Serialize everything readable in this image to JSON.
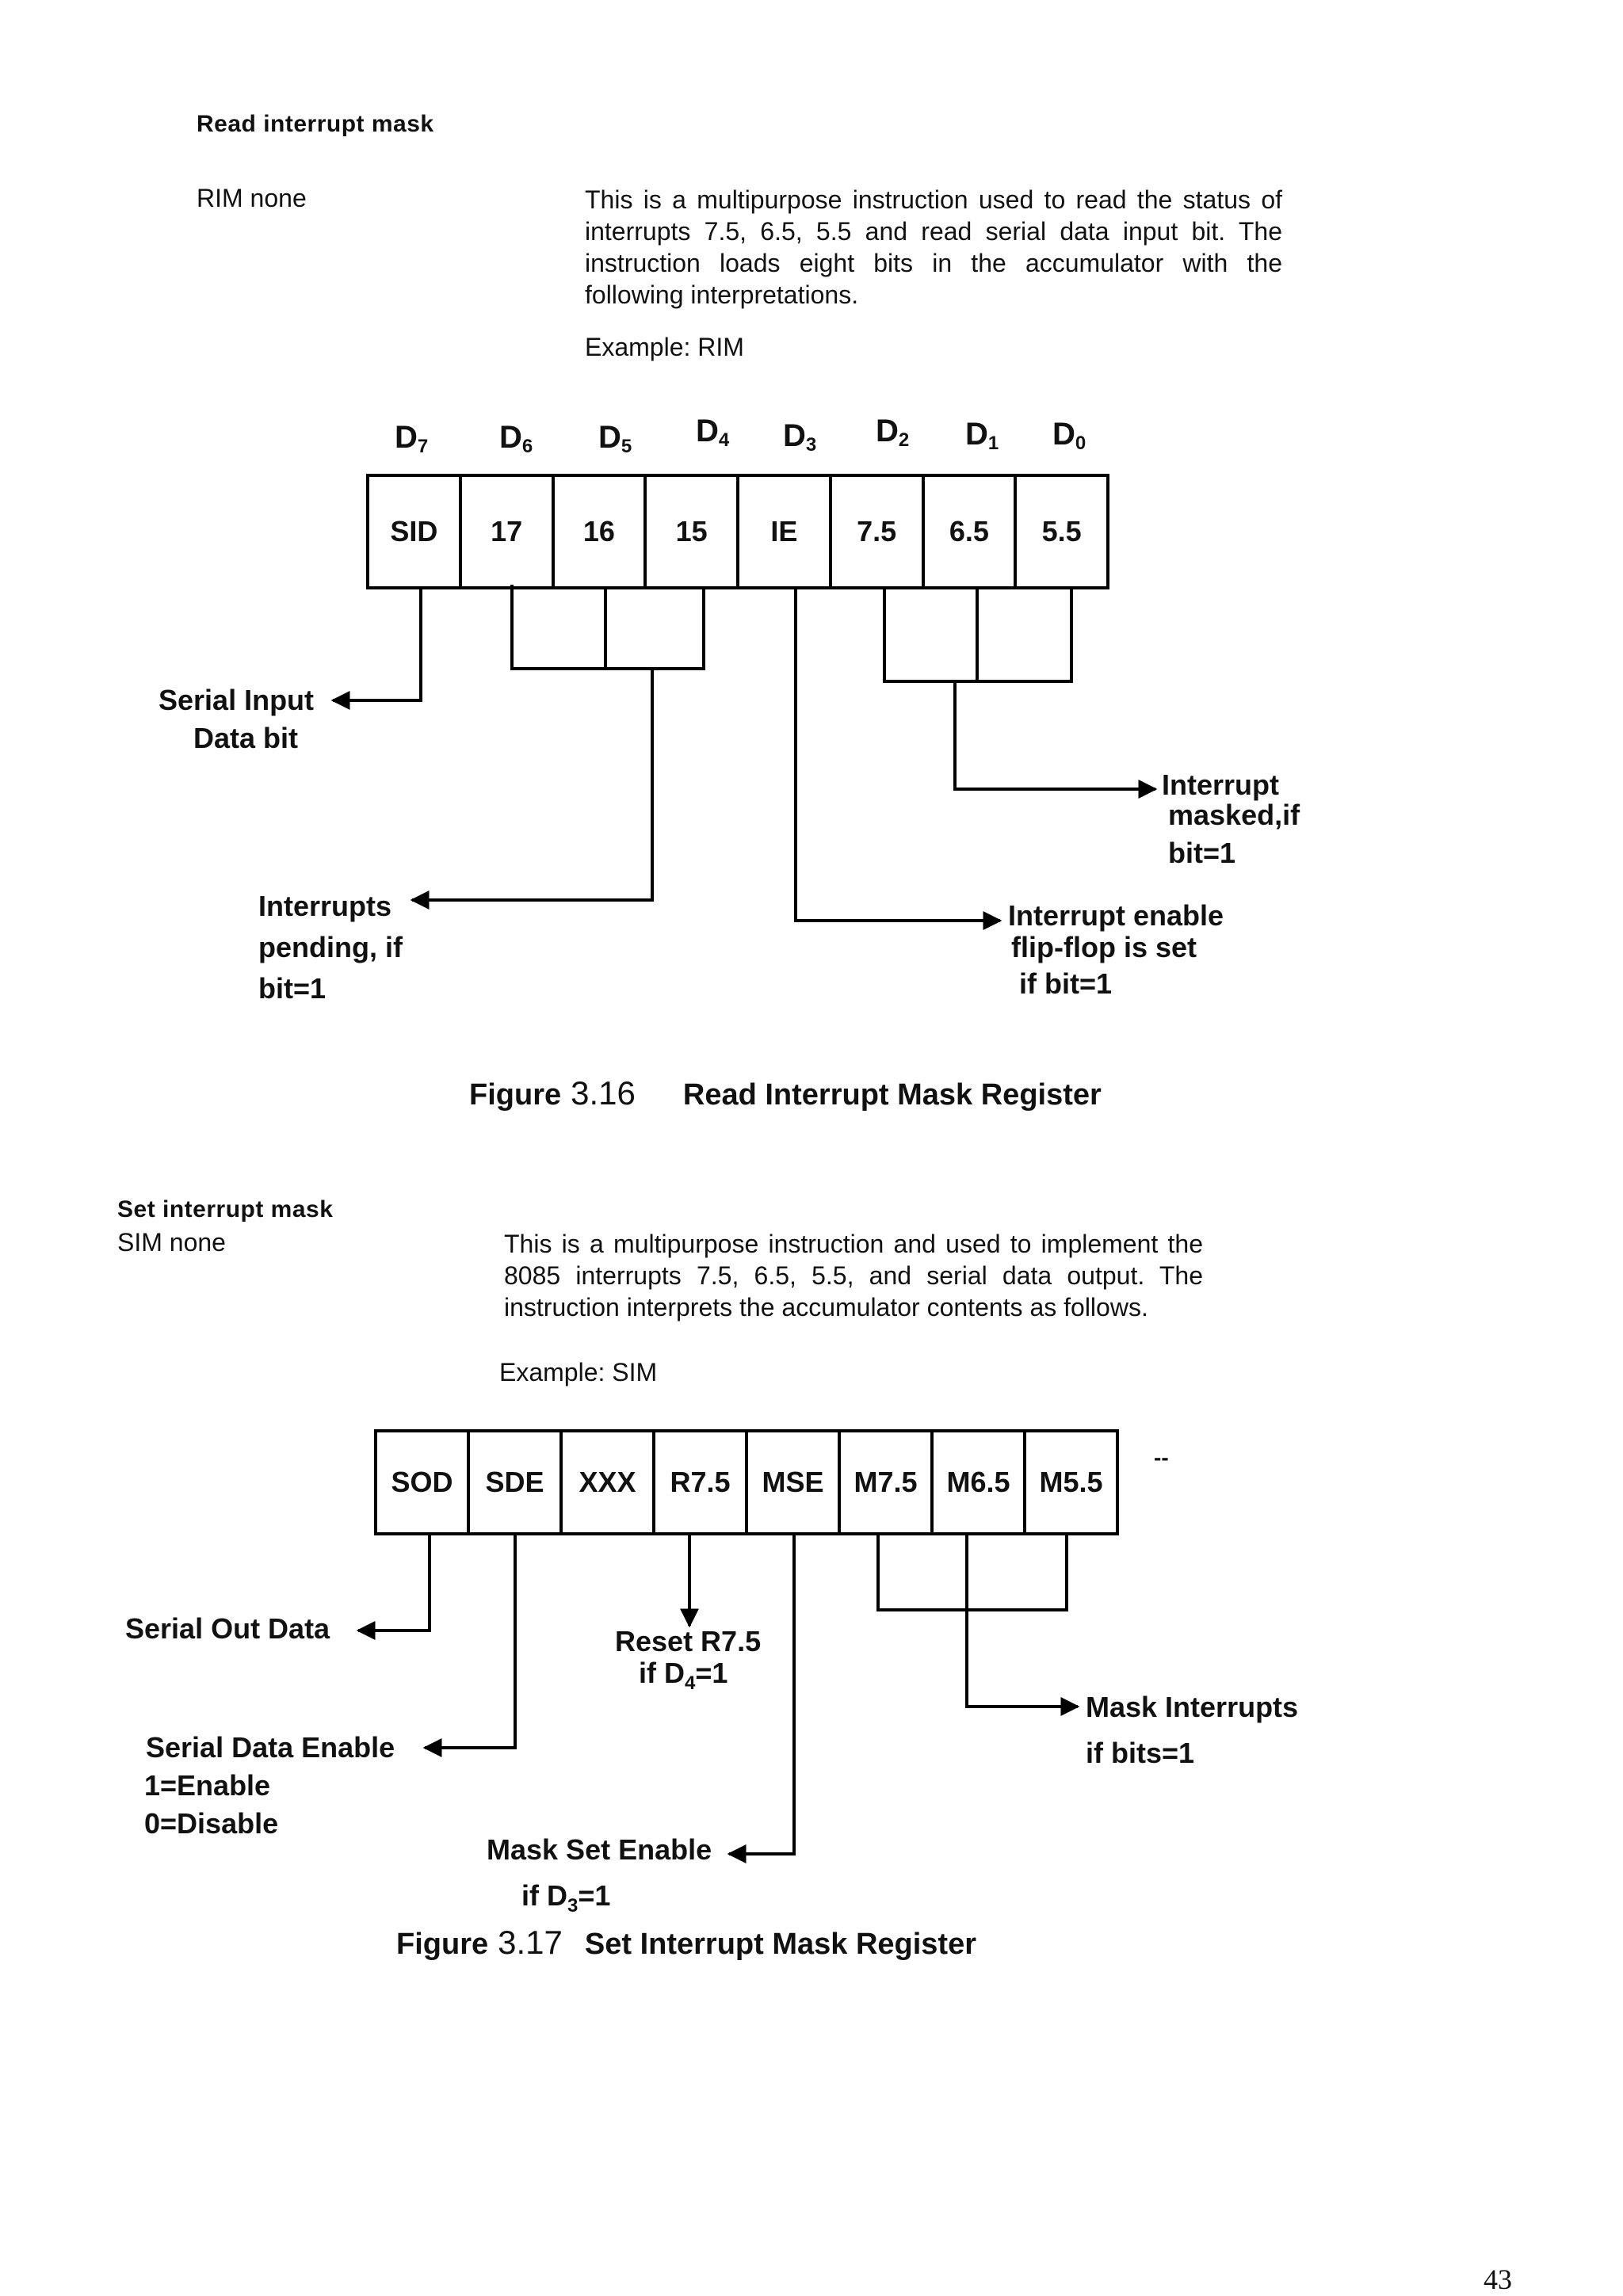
{
  "rim": {
    "heading": "Read interrupt mask",
    "mnemonic": "RIM none",
    "description": "This is a multipurpose instruction used to read the status of interrupts 7.5, 6.5, 5.5 and read serial data input bit. The instruction loads eight bits in the accumulator with the following interpretations.",
    "example": "Example: RIM",
    "bit_labels": [
      {
        "base": "D",
        "sub": "7"
      },
      {
        "base": "D",
        "sub": "6"
      },
      {
        "base": "D",
        "sub": "5"
      },
      {
        "base": "D",
        "sub": "4"
      },
      {
        "base": "D",
        "sub": "3"
      },
      {
        "base": "D",
        "sub": "2"
      },
      {
        "base": "D",
        "sub": "1"
      },
      {
        "base": "D",
        "sub": "0"
      }
    ],
    "cells": [
      "SID",
      "17",
      "16",
      "15",
      "IE",
      "7.5",
      "6.5",
      "5.5"
    ],
    "callouts": {
      "serial_input": [
        "Serial Input",
        "Data bit"
      ],
      "interrupt_masked": [
        "Interrupt",
        "masked,if",
        "bit=1"
      ],
      "interrupts_pending": [
        "Interrupts",
        "pending, if",
        "bit=1"
      ],
      "interrupt_enable": [
        "Interrupt enable",
        "flip-flop is set",
        "if bit=1"
      ]
    },
    "caption": {
      "label": "Figure",
      "number": "3.16",
      "title": "Read Interrupt Mask Register"
    }
  },
  "sim": {
    "heading": "Set interrupt mask",
    "mnemonic": "SIM none",
    "description": "This is a multipurpose instruction and used to implement the 8085 interrupts 7.5, 6.5, 5.5, and serial data output. The instruction interprets the accumulator contents as follows.",
    "example": "Example: SIM",
    "cells": [
      "SOD",
      "SDE",
      "XXX",
      "R7.5",
      "MSE",
      "M7.5",
      "M6.5",
      "M5.5"
    ],
    "dash": "--",
    "callouts": {
      "serial_out": [
        "Serial Out Data"
      ],
      "reset_r75": {
        "line1": "Reset R7.5",
        "line2_pre": "if D",
        "line2_sub": "4",
        "line2_post": "=1"
      },
      "mask_interrupts": [
        "Mask Interrupts",
        "if bits=1"
      ],
      "serial_data_enable": [
        "Serial Data Enable",
        "1=Enable",
        "0=Disable"
      ],
      "mask_set_enable": {
        "line1": "Mask Set Enable",
        "line2_pre": "if D",
        "line2_sub": "3",
        "line2_post": "=1"
      }
    },
    "caption": {
      "label": "Figure",
      "number": "3.17",
      "title": "Set Interrupt Mask Register"
    }
  },
  "page_number": "43"
}
